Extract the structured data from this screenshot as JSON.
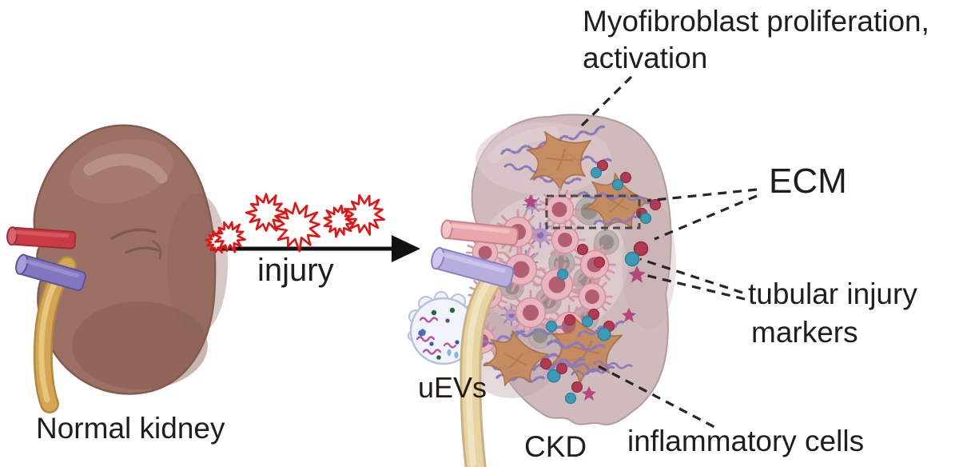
{
  "labels": {
    "normal_kidney": "Normal kidney",
    "injury": "injury",
    "uevs": "uEVs",
    "ckd": "CKD",
    "myofibroblast_line1": "Myofibroblast proliferation,",
    "myofibroblast_line2": "activation",
    "ecm": "ECM",
    "tubular_line1": "tubular injury",
    "tubular_line2": "markers",
    "inflammatory_cells": "inflammatory cells"
  },
  "icons": {
    "normal_kidney": "kidney-illustration",
    "injury_burst": "red-burst-icon",
    "arrow": "right-arrow-icon",
    "ckd_kidney": "diseased-kidney-illustration",
    "myofibroblast": "myofibroblast-star-icon",
    "ecm_fiber": "beaded-fiber-icon",
    "inflammatory_cell": "spiky-round-cell-icon",
    "tubular_markers": "red-teal-dot-icons",
    "uev_vesicle": "extracellular-vesicle-icon",
    "roi": "dashed-box"
  },
  "colors": {
    "normal_kidney": "#9b7065",
    "ckd_kidney": "#cfbabc",
    "artery_red": "#c93b44",
    "vein_purple": "#8277bf",
    "ureter_gold": "#d3a554",
    "ckd_artery_pink": "#e9a6ab",
    "ckd_vein_lavender": "#b7aedd",
    "ckd_ureter_tan": "#e7d3a4",
    "injury_burst_red": "#e51212",
    "myofibroblast_tan": "#c6895a",
    "ecm_fiber_purple": "#8b7bbd",
    "marker_red": "#b13a52",
    "marker_teal": "#3b9ab6",
    "inflammatory_pink": "#e8b6bf",
    "text": "#1e1e1e"
  }
}
